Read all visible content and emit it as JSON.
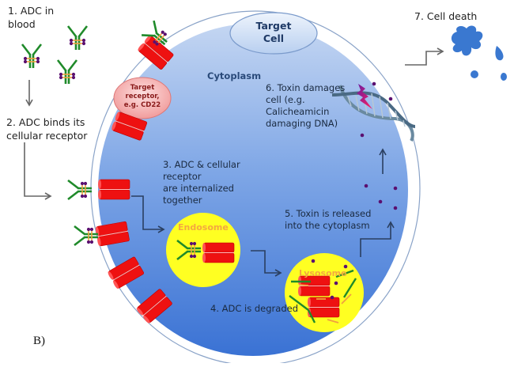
{
  "figure": {
    "panel_label": "B)",
    "colors": {
      "cell_inner": "#3f7ad8",
      "cell_inner_light": "#b8cdf0",
      "membrane": "#ffffff",
      "membrane_line": "#8aa3c8",
      "receptor": "#ee1111",
      "antibody": "#1f8a2a",
      "linker": "#f0a040",
      "toxin": "#5a1070",
      "vesicle": "#ffff22",
      "vesicle_label": "#f4a840",
      "arrow": "#555555",
      "arrow_inner": "#2a3f60",
      "target_receptor_fill": "#f6b8b8",
      "target_receptor_text": "#8a1a1a",
      "target_cell_label": "#1f3a66",
      "dead_cell": "#3a78d0"
    }
  },
  "steps": [
    {
      "id": 1,
      "text": "1. ADC in\nblood"
    },
    {
      "id": 2,
      "text": "2. ADC binds its\ncellular receptor"
    },
    {
      "id": 3,
      "text": "3. ADC & cellular\nreceptor\nare internalized\ntogether"
    },
    {
      "id": 4,
      "text": "4. ADC is degraded"
    },
    {
      "id": 5,
      "text": "5. Toxin is released\ninto the cytoplasm"
    },
    {
      "id": 6,
      "text": "6. Toxin damages\ncell (e.g.\nCalicheamicin\ndamaging DNA)"
    },
    {
      "id": 7,
      "text": "7. Cell death"
    }
  ],
  "labels": {
    "target_cell": "Target\nCell",
    "cytoplasm": "Cytoplasm",
    "target_receptor": "Target\nreceptor,\ne.g. CD22",
    "endosome": "Endosome",
    "lysosome": "Lysosome"
  }
}
